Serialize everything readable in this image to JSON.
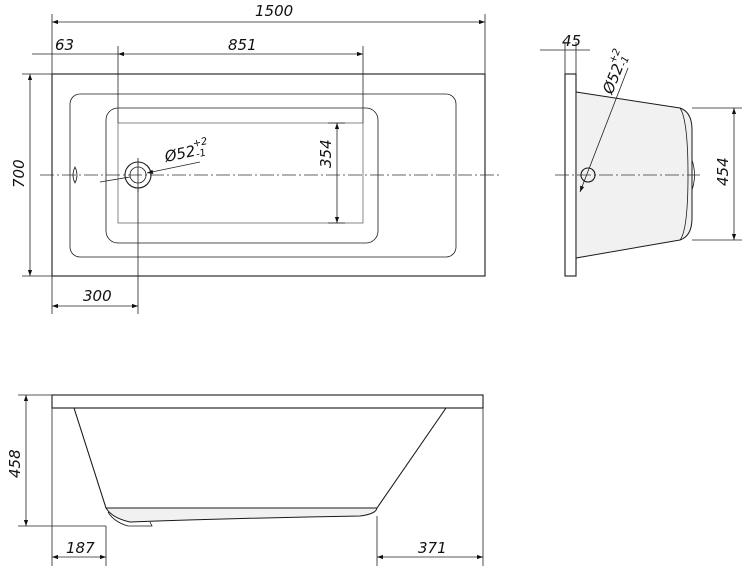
{
  "dimensions": {
    "top_length": "1500",
    "top_edge_offset": "63",
    "top_floor_length": "851",
    "top_width": "700",
    "top_floor_width": "354",
    "top_drain_offset": "300",
    "drain_diameter": "Ø52",
    "drain_tol_plus": "+2",
    "drain_tol_minus": "-1",
    "side_rim": "45",
    "side_depth": "454",
    "front_height": "458",
    "front_left_slope": "187",
    "front_right_slope": "371"
  }
}
